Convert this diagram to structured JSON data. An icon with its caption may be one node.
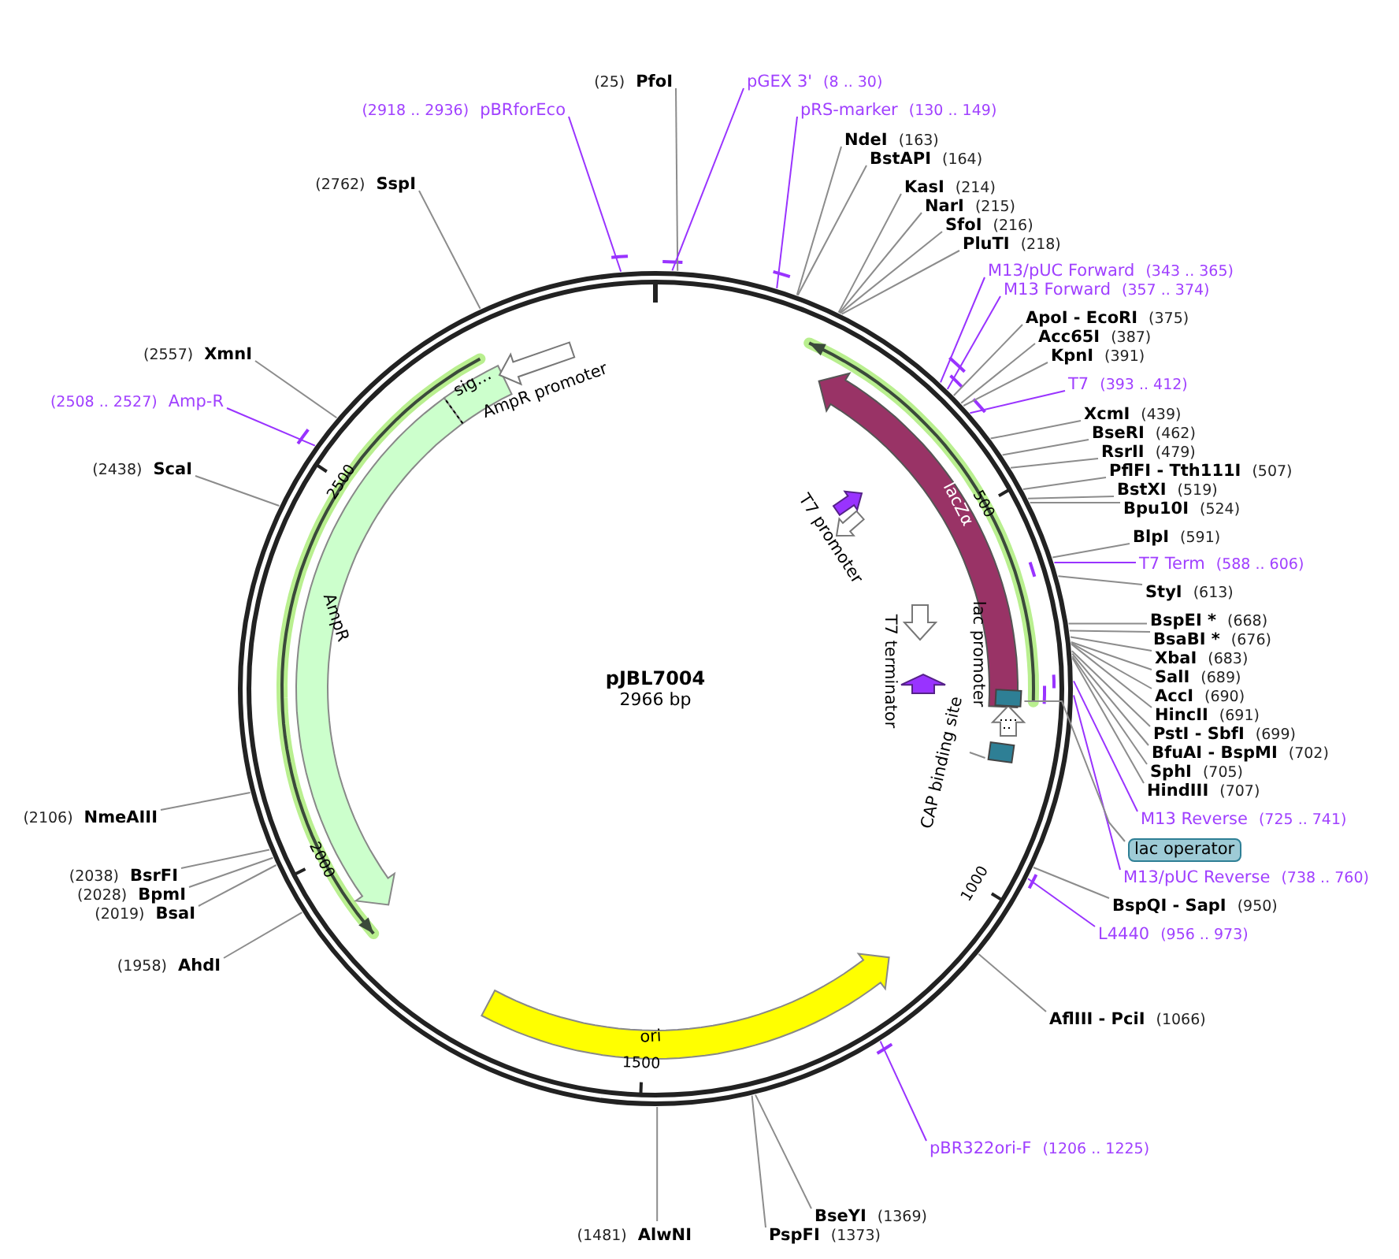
{
  "diagram": {
    "nodes": [
      {
        "text": [
          "pJBL7004",
          "2966 bp"
        ]
      },
      {
        "text": [
          "(25)",
          "PfoI"
        ]
      },
      {
        "text": [
          "pGEX 3'",
          "(8 .. 30)"
        ]
      },
      {
        "text": [
          "pRS-marker",
          "(130 .. 149)"
        ]
      },
      {
        "text": [
          "NdeI",
          "(163)"
        ]
      },
      {
        "text": [
          "BstAPI",
          "(164)"
        ]
      },
      {
        "text": [
          "KasI",
          "(214)"
        ]
      },
      {
        "text": [
          "NarI",
          "(215)"
        ]
      },
      {
        "text": [
          "SfoI",
          "(216)"
        ]
      },
      {
        "text": [
          "PluTI",
          "(218)"
        ]
      },
      {
        "text": [
          "M13/pUC Forward",
          "(343 .. 365)"
        ]
      },
      {
        "text": [
          "M13 Forward",
          "(357 .. 374)"
        ]
      },
      {
        "text": [
          "ApoI - EcoRI",
          "(375)"
        ]
      },
      {
        "text": [
          "Acc65I",
          "(387)"
        ]
      },
      {
        "text": [
          "KpnI",
          "(391)"
        ]
      },
      {
        "text": [
          "T7",
          "(393 .. 412)"
        ]
      },
      {
        "text": [
          "XcmI",
          "(439)"
        ]
      },
      {
        "text": [
          "BseRI",
          "(462)"
        ]
      },
      {
        "text": [
          "RsrII",
          "(479)"
        ]
      },
      {
        "text": [
          "PflFI - Tth111I",
          "(507)"
        ]
      },
      {
        "text": [
          "BstXI",
          "(519)"
        ]
      },
      {
        "text": [
          "Bpu10I",
          "(524)"
        ]
      },
      {
        "text": [
          "BlpI",
          "(591)"
        ]
      },
      {
        "text": [
          "T7 Term",
          "(588 .. 606)"
        ]
      },
      {
        "text": [
          "StyI",
          "(613)"
        ]
      },
      {
        "text": [
          "BspEI *",
          "(668)"
        ]
      },
      {
        "text": [
          "BsaBI *",
          "(676)"
        ]
      },
      {
        "text": [
          "XbaI",
          "(683)"
        ]
      },
      {
        "text": [
          "SalI",
          "(689)"
        ]
      },
      {
        "text": [
          "AccI",
          "(690)"
        ]
      },
      {
        "text": [
          "HincII",
          "(691)"
        ]
      },
      {
        "text": [
          "PstI - SbfI",
          "(699)"
        ]
      },
      {
        "text": [
          "BfuAI - BspMI",
          "(702)"
        ]
      },
      {
        "text": [
          "SphI",
          "(705)"
        ]
      },
      {
        "text": [
          "HindIII",
          "(707)"
        ]
      },
      {
        "text": [
          "M13 Reverse",
          "(725 .. 741)"
        ]
      },
      {
        "text": [
          "lac operator"
        ]
      },
      {
        "text": [
          "M13/pUC Reverse",
          "(738 .. 760)"
        ]
      },
      {
        "text": [
          "BspQI - SapI",
          "(950)"
        ]
      },
      {
        "text": [
          "L4440",
          "(956 .. 973)"
        ]
      },
      {
        "text": [
          "AflIII - PciI",
          "(1066)"
        ]
      },
      {
        "text": [
          "pBR322ori-F",
          "(1206 .. 1225)"
        ]
      },
      {
        "text": [
          "BseYI",
          "(1369)"
        ]
      },
      {
        "text": [
          "PspFI",
          "(1373)"
        ]
      },
      {
        "text": [
          "(1481)",
          "AlwNI"
        ]
      },
      {
        "text": [
          "(1958)",
          "AhdI"
        ]
      },
      {
        "text": [
          "(2019)",
          "BsaI"
        ]
      },
      {
        "text": [
          "(2028)",
          "BpmI"
        ]
      },
      {
        "text": [
          "(2038)",
          "BsrFI"
        ]
      },
      {
        "text": [
          "(2106)",
          "NmeAIII"
        ]
      },
      {
        "text": [
          "(2438)",
          "ScaI"
        ]
      },
      {
        "text": [
          "(2508 .. 2527)",
          "Amp-R"
        ]
      },
      {
        "text": [
          "(2557)",
          "XmnI"
        ]
      },
      {
        "text": [
          "(2762)",
          "SspI"
        ]
      },
      {
        "text": [
          "(2918 .. 2936)",
          "pBRforEco"
        ]
      },
      {
        "text": [
          "lacZα"
        ],
        "in": 0
      },
      {
        "text": [
          "AmpR"
        ],
        "in": 0
      },
      {
        "text": [
          "sig…"
        ],
        "in": 0
      },
      {
        "text": [
          "AmpR promoter"
        ],
        "in": 0
      },
      {
        "text": [
          "ori"
        ],
        "in": 0
      },
      {
        "text": [
          "T7 promoter"
        ],
        "in": 0
      },
      {
        "text": [
          "T7 terminator"
        ],
        "in": 0
      },
      {
        "text": [
          "lac promoter"
        ],
        "in": 0
      },
      {
        "text": [
          "CAP binding site"
        ],
        "in": 0
      },
      {
        "text": [],
        "shape": "box",
        "in": 0
      },
      {
        "text": [],
        "shape": "box",
        "in": 0
      }
    ],
    "edges": [
      {
        "from": 1,
        "to": 0,
        "arrow": "none"
      },
      {
        "from": 2,
        "to": 0,
        "arrow": "none",
        "color": "#9933ff"
      },
      {
        "from": 3,
        "to": 0,
        "arrow": "none",
        "color": "#9933ff"
      },
      {
        "from": 4,
        "to": 0,
        "arrow": "none"
      },
      {
        "from": 5,
        "to": 0,
        "arrow": "none"
      },
      {
        "from": 6,
        "to": 0,
        "arrow": "none"
      },
      {
        "from": 7,
        "to": 0,
        "arrow": "none"
      },
      {
        "from": 8,
        "to": 0,
        "arrow": "none"
      },
      {
        "from": 9,
        "to": 0,
        "arrow": "none"
      },
      {
        "from": 10,
        "to": 0,
        "arrow": "none",
        "color": "#9933ff"
      },
      {
        "from": 11,
        "to": 0,
        "arrow": "none",
        "color": "#9933ff"
      },
      {
        "from": 12,
        "to": 0,
        "arrow": "none"
      },
      {
        "from": 13,
        "to": 0,
        "arrow": "none"
      },
      {
        "from": 14,
        "to": 0,
        "arrow": "none"
      },
      {
        "from": 15,
        "to": 0,
        "arrow": "none",
        "color": "#9933ff"
      },
      {
        "from": 16,
        "to": 0,
        "arrow": "none"
      },
      {
        "from": 17,
        "to": 0,
        "arrow": "none"
      },
      {
        "from": 18,
        "to": 0,
        "arrow": "none"
      },
      {
        "from": 19,
        "to": 0,
        "arrow": "none"
      },
      {
        "from": 20,
        "to": 0,
        "arrow": "none"
      },
      {
        "from": 21,
        "to": 0,
        "arrow": "none"
      },
      {
        "from": 22,
        "to": 0,
        "arrow": "none"
      },
      {
        "from": 23,
        "to": 0,
        "arrow": "none",
        "color": "#9933ff"
      },
      {
        "from": 24,
        "to": 0,
        "arrow": "none"
      },
      {
        "from": 25,
        "to": 0,
        "arrow": "none"
      },
      {
        "from": 26,
        "to": 0,
        "arrow": "none"
      },
      {
        "from": 27,
        "to": 0,
        "arrow": "none"
      },
      {
        "from": 28,
        "to": 0,
        "arrow": "none"
      },
      {
        "from": 29,
        "to": 0,
        "arrow": "none"
      },
      {
        "from": 30,
        "to": 0,
        "arrow": "none"
      },
      {
        "from": 31,
        "to": 0,
        "arrow": "none"
      },
      {
        "from": 32,
        "to": 0,
        "arrow": "none"
      },
      {
        "from": 33,
        "to": 0,
        "arrow": "none"
      },
      {
        "from": 34,
        "to": 0,
        "arrow": "none"
      },
      {
        "from": 35,
        "to": 0,
        "arrow": "none",
        "color": "#9933ff"
      },
      {
        "from": 37,
        "to": 0,
        "arrow": "none",
        "color": "#9933ff"
      },
      {
        "from": 38,
        "to": 0,
        "arrow": "none"
      },
      {
        "from": 39,
        "to": 0,
        "arrow": "none",
        "color": "#9933ff"
      },
      {
        "from": 40,
        "to": 0,
        "arrow": "none"
      },
      {
        "from": 41,
        "to": 0,
        "arrow": "none",
        "color": "#9933ff"
      },
      {
        "from": 42,
        "to": 0,
        "arrow": "none"
      },
      {
        "from": 43,
        "to": 0,
        "arrow": "none"
      },
      {
        "from": 44,
        "to": 0,
        "arrow": "none"
      },
      {
        "from": 45,
        "to": 0,
        "arrow": "none"
      },
      {
        "from": 46,
        "to": 0,
        "arrow": "none"
      },
      {
        "from": 47,
        "to": 0,
        "arrow": "none"
      },
      {
        "from": 48,
        "to": 0,
        "arrow": "none"
      },
      {
        "from": 49,
        "to": 0,
        "arrow": "none"
      },
      {
        "from": 50,
        "to": 0,
        "arrow": "none"
      },
      {
        "from": 51,
        "to": 0,
        "arrow": "none",
        "color": "#9933ff"
      },
      {
        "from": 52,
        "to": 0,
        "arrow": "none"
      },
      {
        "from": 53,
        "to": 0,
        "arrow": "none"
      },
      {
        "from": 54,
        "to": 0,
        "arrow": "none",
        "color": "#9933ff"
      },
      {
        "from": 36,
        "to": 64,
        "arrow": "none"
      },
      {
        "from": 63,
        "to": 65,
        "arrow": "none"
      }
    ],
    "labels": [
      "500",
      "1000",
      "1500",
      "2000",
      "2500"
    ]
  }
}
